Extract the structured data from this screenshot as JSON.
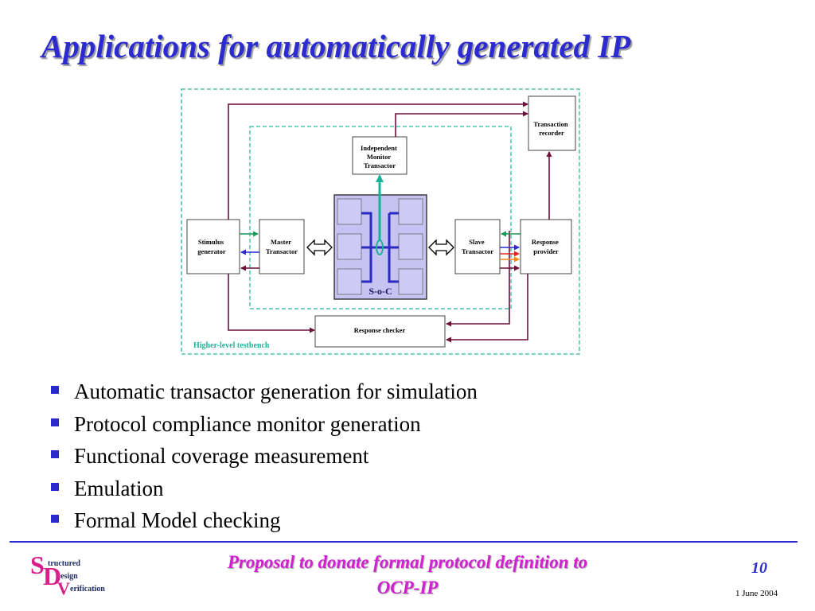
{
  "slide": {
    "title": "Applications for automatically generated IP"
  },
  "diagram": {
    "boxes": {
      "transaction_recorder": [
        "Transaction",
        "recorder"
      ],
      "independent_monitor": [
        "Independent",
        "Monitor",
        "Transactor"
      ],
      "stimulus_generator": [
        "Stimulus",
        "generator"
      ],
      "master_transactor": [
        "Master",
        "Transactor"
      ],
      "slave_transactor": [
        "Slave",
        "Transactor"
      ],
      "response_provider": [
        "Response",
        "provider"
      ],
      "response_checker": "Response checker"
    },
    "soc_label": "S-o-C",
    "testbench_label": "Higher-level testbench",
    "colors": {
      "dashed_border": "#2ab89a",
      "arrow_maroon": "#6e0f3a",
      "arrow_teal": "#17b398",
      "arrow_blue": "#2a2ad0",
      "arrow_green": "#1a9a55",
      "arrow_red": "#e0261e",
      "arrow_orange": "#f08a16",
      "soc_fill": "#c6c3f2",
      "soc_bus": "#2a2ac0"
    }
  },
  "bullets": [
    "Automatic transactor generation for simulation",
    "Protocol compliance monitor generation",
    "Functional coverage measurement",
    "Emulation",
    "Formal Model checking"
  ],
  "footer": {
    "text_line1": "Proposal to donate formal protocol definition to",
    "text_line2": "OCP-IP",
    "page_number": "10",
    "date": "1 June 2004",
    "logo": {
      "letter_s": "S",
      "letter_d": "D",
      "letter_v": "V",
      "word1": "tructured",
      "word2": "esign",
      "word3": "erification"
    }
  }
}
